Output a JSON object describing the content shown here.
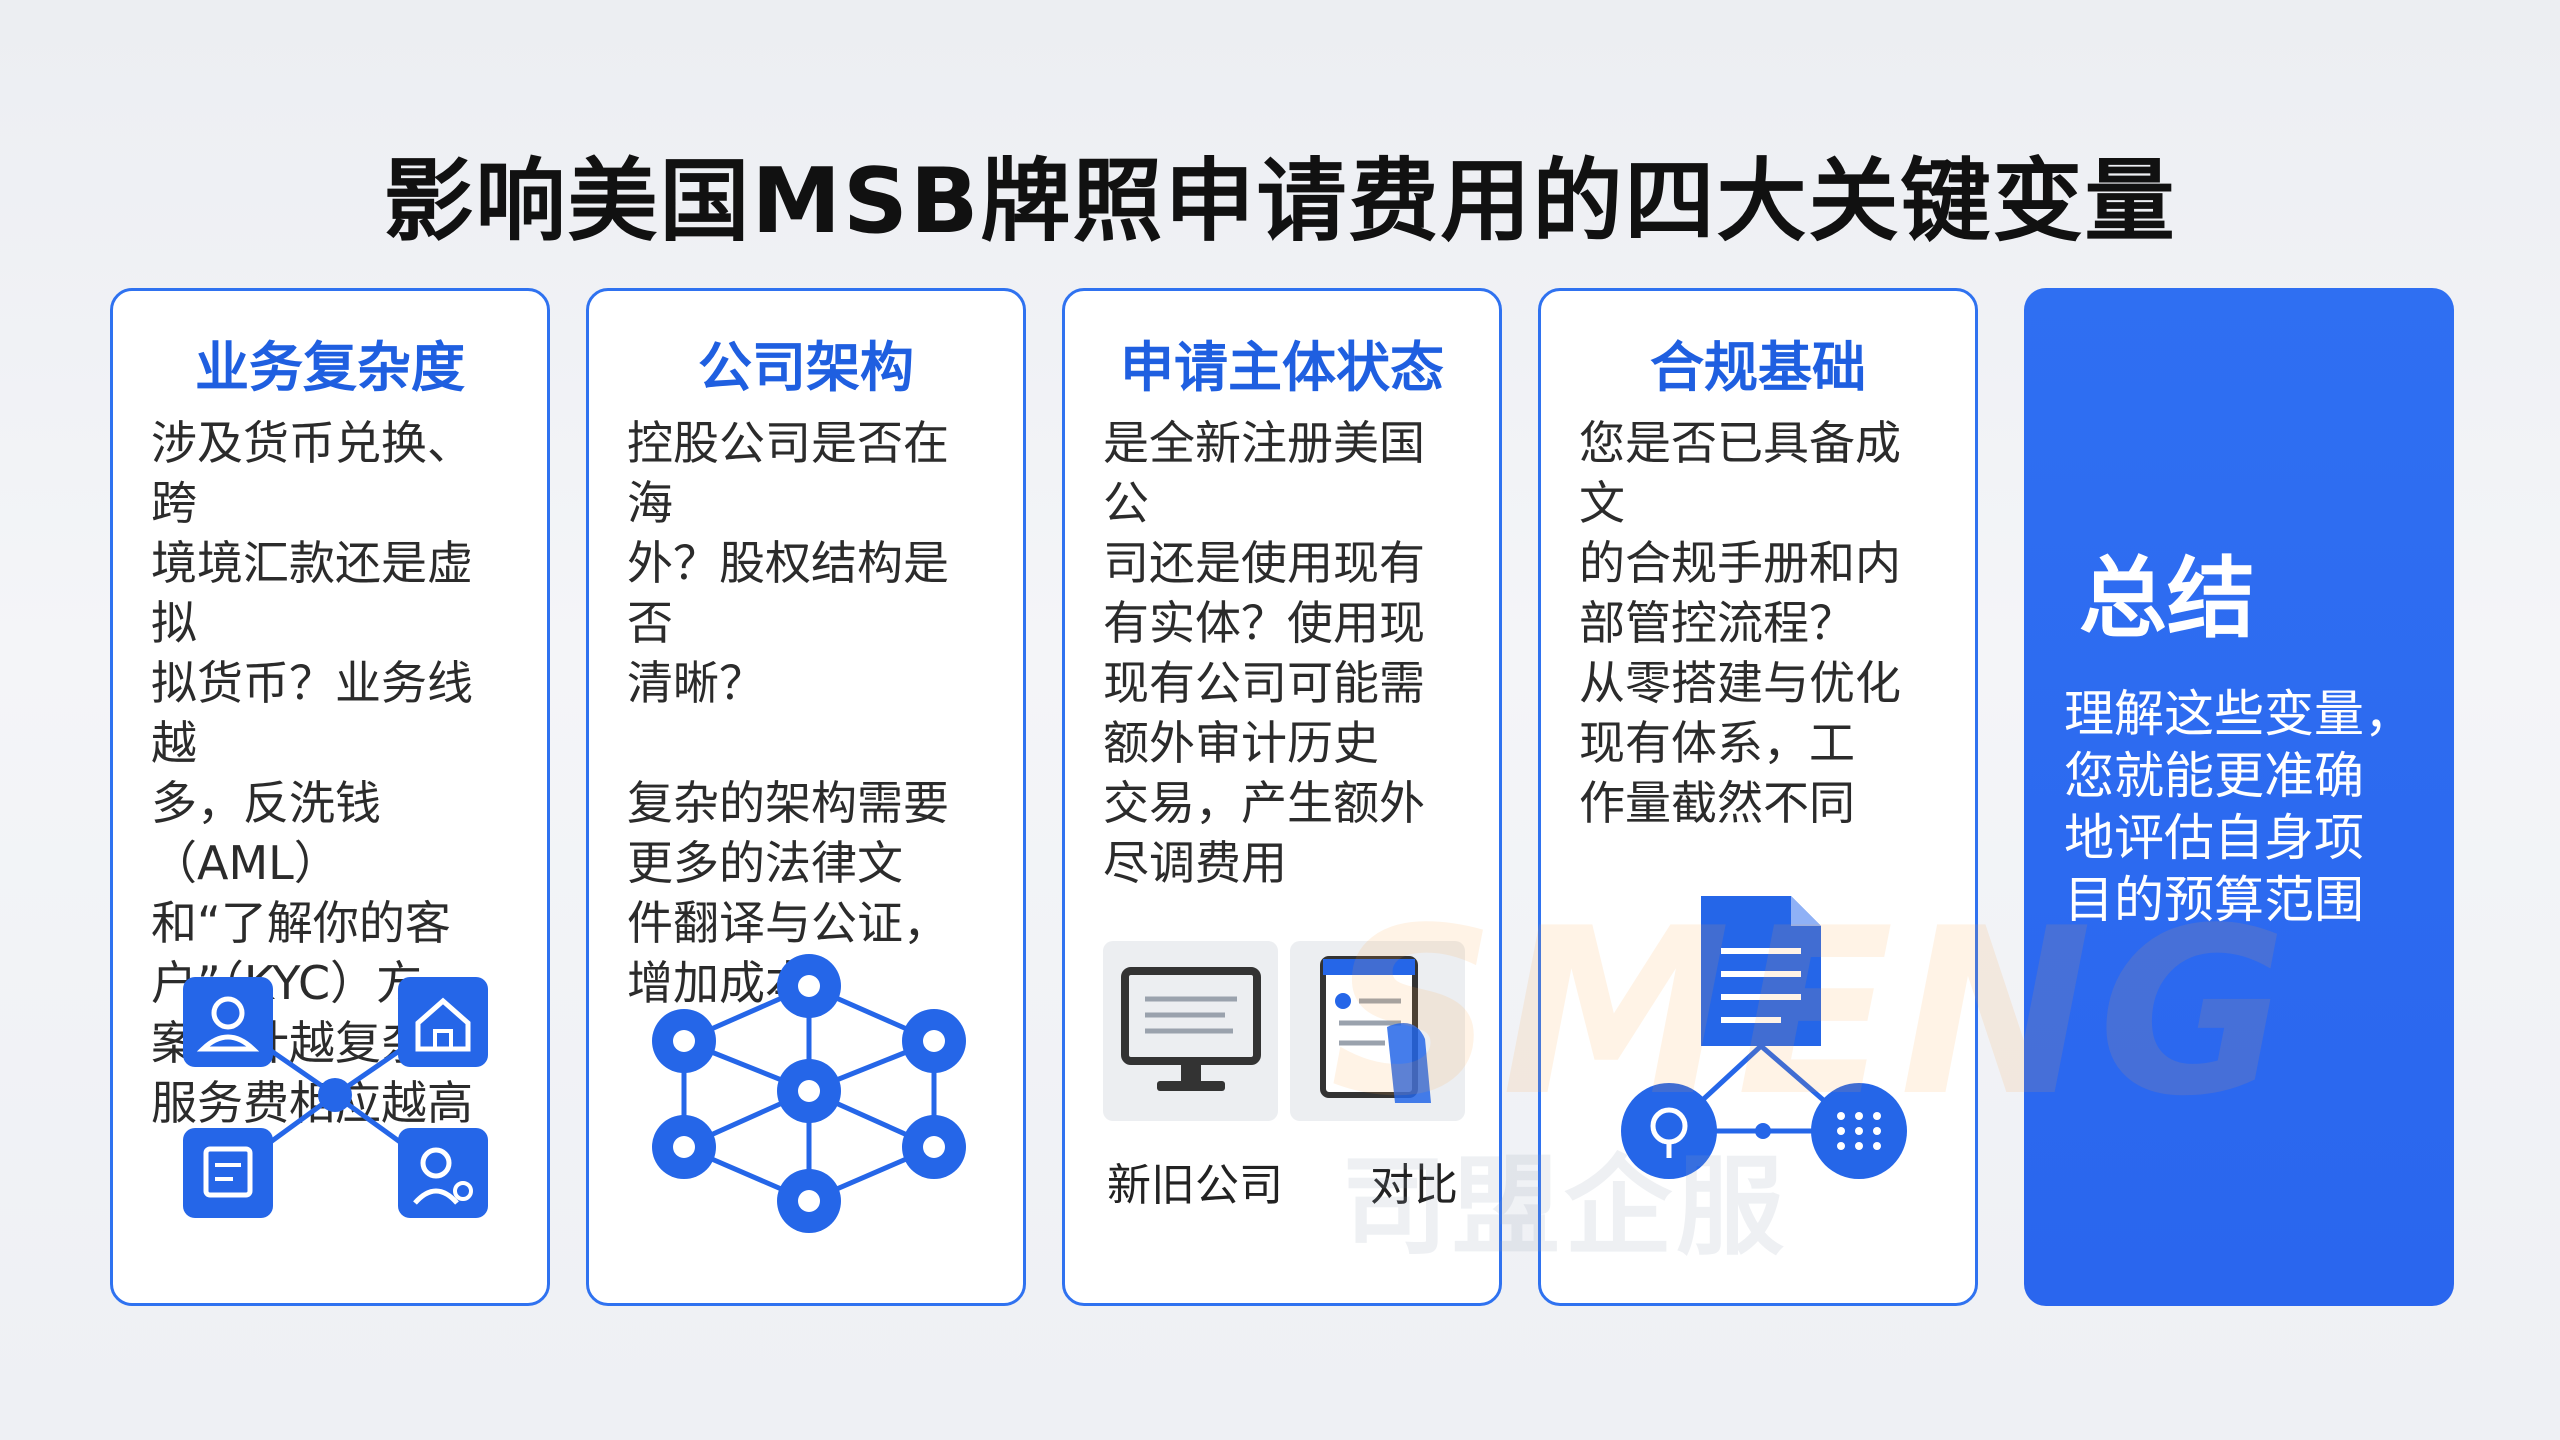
{
  "title": "影响美国MSB牌照申请费用的四大关键变量",
  "cards": [
    {
      "title": "业务复杂度",
      "body": "涉及货币兑换、跨\n境境汇款还是虚拟\n拟货币？业务线越\n多，反洗钱（AML）\n和“了解你的客\n户”（KYC）方\n案设计越复杂，\n服务费相应越高"
    },
    {
      "title": "公司架构",
      "body": "控股公司是否在海\n外？股权结构是否\n清晰？\n\n复杂的架构需要\n更多的法律文\n件翻译与公证，\n增加成本"
    },
    {
      "title": "申请主体状态",
      "body": "是全新注册美国公\n司还是使用现有\n有实体？使用现\n现有公司可能需\n额外审计历史\n交易，产生额外\n尽调费用",
      "labels": [
        "新旧公司",
        "对比"
      ]
    },
    {
      "title": "合规基础",
      "body": "您是否已具备成文\n的合规手册和内\n部管控流程？\n从零搭建与优化\n现有体系，工\n作量截然不同"
    }
  ],
  "summary": {
    "title": "总结",
    "body": "理解这些变量，\n您就能更准确\n地评估自身项\n目的预算范围"
  },
  "watermark": {
    "en": "SMENG",
    "cn": "司盟企服"
  },
  "colors": {
    "accent": "#2f72f0",
    "icon_blue": "#2566e8",
    "text": "#2b2b2b"
  }
}
